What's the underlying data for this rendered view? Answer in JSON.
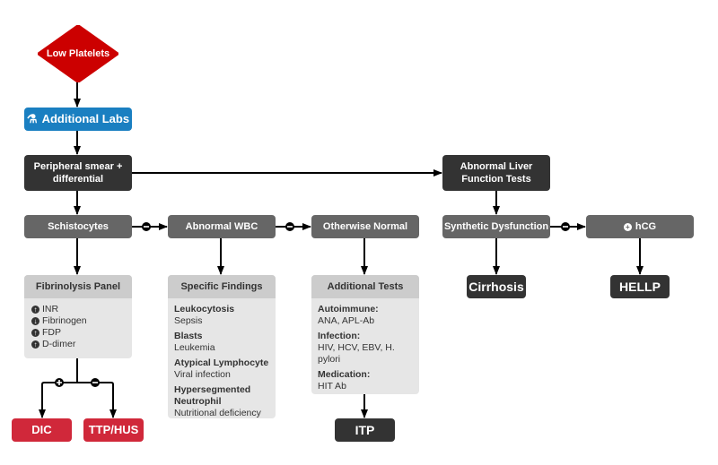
{
  "colors": {
    "start": "#cc0000",
    "labs": "#1a7fc1",
    "dark": "#333333",
    "mid": "#666666",
    "outcome_red": "#d0283a",
    "panel": "#e6e6e6"
  },
  "start": {
    "label": "Low Platelets"
  },
  "labs": {
    "icon": "flask-icon",
    "label": "Additional Labs"
  },
  "smear": {
    "label": "Peripheral smear + differential"
  },
  "liver": {
    "label": "Abnormal Liver Function Tests"
  },
  "row": {
    "schisto": "Schistocytes",
    "wbc": "Abnormal WBC",
    "normal": "Otherwise Normal",
    "synthetic": "Synthetic Dysfunction",
    "hcg": "hCG"
  },
  "fibrinolysis": {
    "title": "Fibrinolysis Panel",
    "items": [
      {
        "dir": "up",
        "label": "INR"
      },
      {
        "dir": "down",
        "label": "Fibrinogen"
      },
      {
        "dir": "up",
        "label": "FDP"
      },
      {
        "dir": "up",
        "label": "D-dimer"
      }
    ]
  },
  "findings": {
    "title": "Specific Findings",
    "items": [
      {
        "h": "Leukocytosis",
        "t": "Sepsis"
      },
      {
        "h": "Blasts",
        "t": "Leukemia"
      },
      {
        "h": "Atypical Lymphocyte",
        "t": "Viral infection"
      },
      {
        "h": "Hypersegmented Neutrophil",
        "t": "Nutritional deficiency"
      }
    ]
  },
  "tests": {
    "title": "Additional Tests",
    "items": [
      {
        "h": "Autoimmune:",
        "t": "ANA, APL-Ab"
      },
      {
        "h": "Infection:",
        "t": "HIV, HCV, EBV, H. pylori"
      },
      {
        "h": "Medication:",
        "t": "HIT Ab"
      }
    ]
  },
  "outcomes": {
    "dic": "DIC",
    "ttp": "TTP/HUS",
    "itp": "ITP",
    "cirrhosis": "Cirrhosis",
    "hellp": "HELLP"
  }
}
